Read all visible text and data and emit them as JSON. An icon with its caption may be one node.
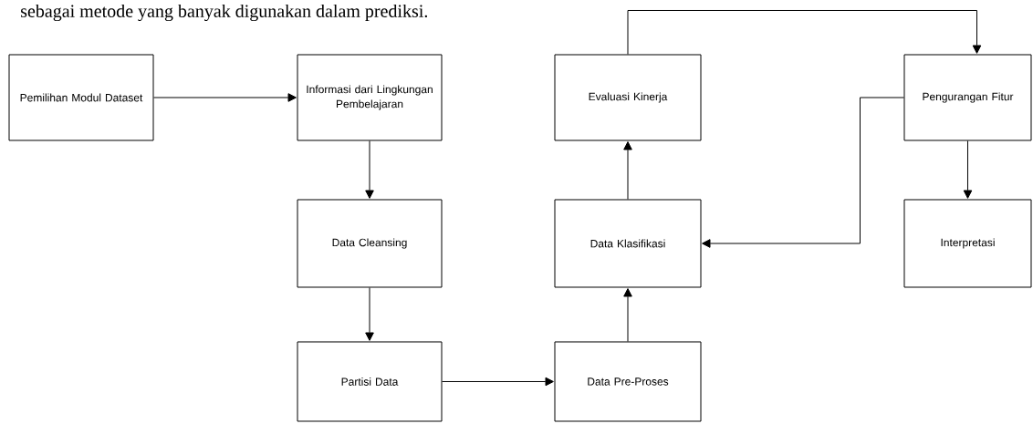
{
  "diagram": {
    "nodes": [
      {
        "text": [
          "Pemilihan Modul Dataset"
        ]
      },
      {
        "text": [
          "Informasi dari Lingkungan Pembelajaran"
        ]
      },
      {
        "text": [
          "Data Cleansing"
        ]
      },
      {
        "text": [
          "Partisi Data"
        ]
      },
      {
        "text": [
          "Data Pre-Proses"
        ]
      },
      {
        "text": [
          "Data Klasifikasi"
        ]
      },
      {
        "text": [
          "Evaluasi Kinerja"
        ]
      },
      {
        "text": [
          "Pengurangan Fitur"
        ]
      },
      {
        "text": [
          "Interpretasi"
        ]
      }
    ],
    "edges": [
      {
        "from": 0,
        "to": 1,
        "arrow": "to"
      },
      {
        "from": 1,
        "to": 2,
        "arrow": "to"
      },
      {
        "from": 2,
        "to": 3,
        "arrow": "to"
      },
      {
        "from": 3,
        "to": 4,
        "arrow": "to"
      },
      {
        "from": 4,
        "to": 5,
        "arrow": "to"
      },
      {
        "from": 5,
        "to": 6,
        "arrow": "to"
      },
      {
        "from": 6,
        "to": 7,
        "arrow": "to"
      },
      {
        "from": 7,
        "to": 5,
        "arrow": "to"
      },
      {
        "from": 7,
        "to": 8,
        "arrow": "to"
      }
    ],
    "labels": [
      "sebagai metode yang banyak digunakan dalam prediksi."
    ]
  }
}
